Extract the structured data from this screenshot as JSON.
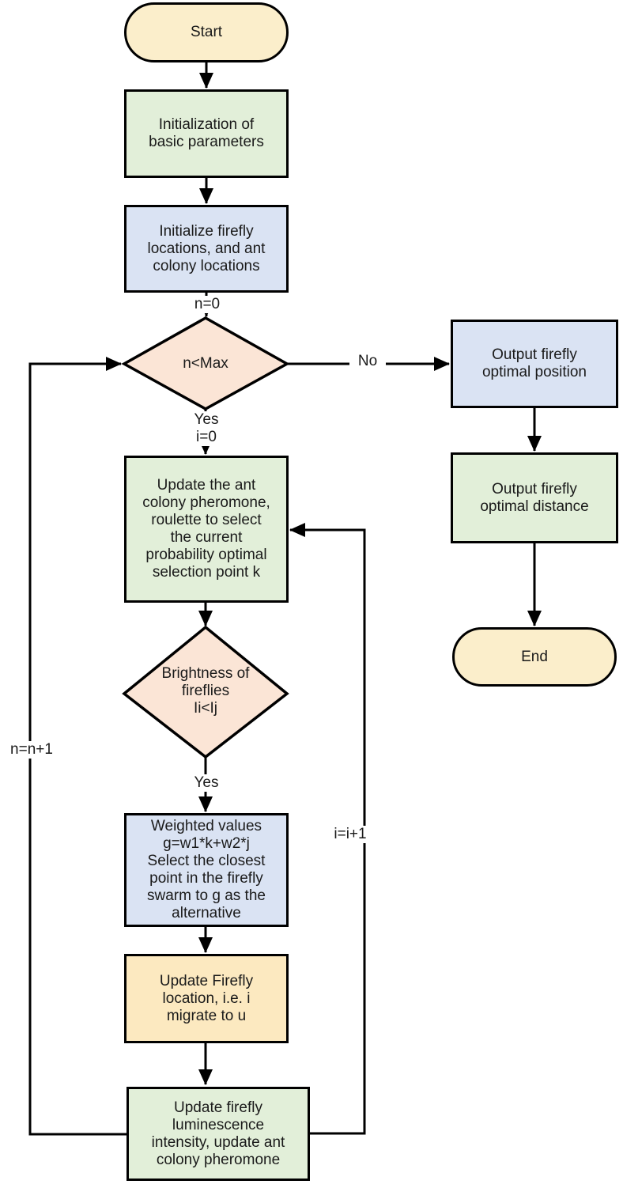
{
  "colors": {
    "canvas_bg": "#FFFFFF",
    "stroke": "#000000",
    "text_color": "#1A1A1A",
    "terminal_fill": "#FBEECB",
    "process_green": "#E2EFD9",
    "process_blue": "#DAE3F3",
    "process_yellow": "#FCE9C0",
    "decision_peach": "#FBE5D6"
  },
  "nodes": {
    "start": {
      "label": "Start",
      "type": "terminal"
    },
    "init_params": {
      "label": "Initialization of\nbasic parameters",
      "type": "process"
    },
    "init_locations": {
      "label": "Initialize firefly\nlocations, and ant\ncolony locations",
      "type": "process"
    },
    "decision_nmax": {
      "label": "n<Max",
      "type": "decision"
    },
    "output_position": {
      "label": "Output firefly\noptimal position",
      "type": "process"
    },
    "output_distance": {
      "label": "Output firefly\noptimal distance",
      "type": "process"
    },
    "end": {
      "label": "End",
      "type": "terminal"
    },
    "update_pheromone": {
      "label": "Update the ant\ncolony pheromone,\nroulette to select\nthe current\nprobability optimal\nselection point k",
      "type": "process"
    },
    "decision_brightness": {
      "label": "Brightness of\nfireflies\nIi<Ij",
      "type": "decision"
    },
    "weighted_values": {
      "label": "Weighted values\ng=w1*k+w2*j\nSelect the closest\npoint in the firefly\nswarm to g as the\nalternative",
      "type": "process"
    },
    "update_firefly_location": {
      "label": "Update Firefly\nlocation, i.e. i\nmigrate to u",
      "type": "process"
    },
    "update_luminescence": {
      "label": "Update firefly\nluminescence\nintensity, update ant\ncolony pheromone",
      "type": "process"
    }
  },
  "edge_labels": {
    "n_zero": "n=0",
    "no": "No",
    "yes_nmax": "Yes",
    "i_zero": "i=0",
    "yes_brightness": "Yes",
    "n_increment": "n=n+1",
    "i_increment": "i=i+1"
  }
}
